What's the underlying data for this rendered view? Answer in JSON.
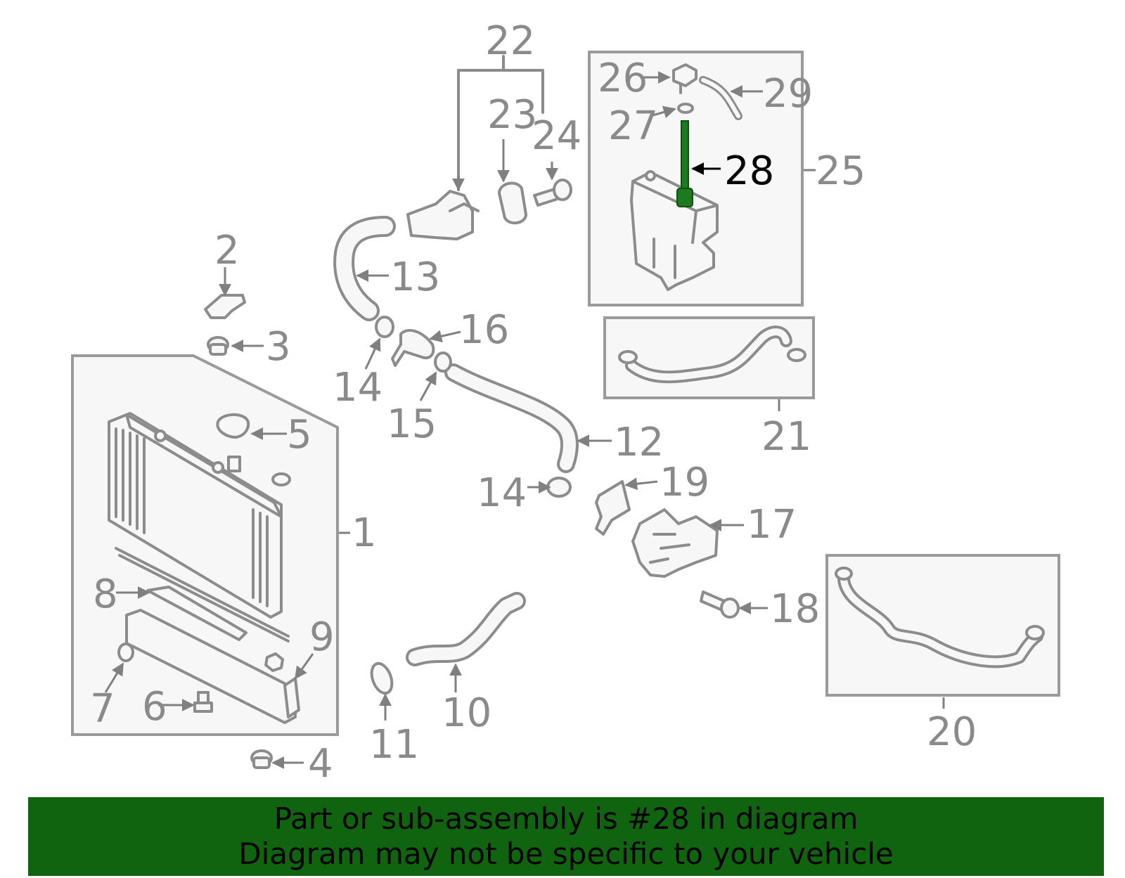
{
  "callouts": {
    "c1": "1",
    "c2": "2",
    "c3": "3",
    "c4": "4",
    "c5": "5",
    "c6": "6",
    "c7": "7",
    "c8": "8",
    "c9": "9",
    "c10": "10",
    "c11": "11",
    "c12": "12",
    "c13": "13",
    "c14a": "14",
    "c14b": "14",
    "c15": "15",
    "c16": "16",
    "c17": "17",
    "c18": "18",
    "c19": "19",
    "c20": "20",
    "c21": "21",
    "c22": "22",
    "c23": "23",
    "c24": "24",
    "c25": "25",
    "c26": "26",
    "c27": "27",
    "c28": "28",
    "c29": "29"
  },
  "highlighted_part": "28",
  "colors": {
    "highlight": "#1e7a1e",
    "banner": "#106410",
    "lines": "#8c8c8c"
  },
  "banner": {
    "line1": "Part or sub-assembly is #28 in diagram",
    "line2": "Diagram may not be specific to your vehicle"
  }
}
